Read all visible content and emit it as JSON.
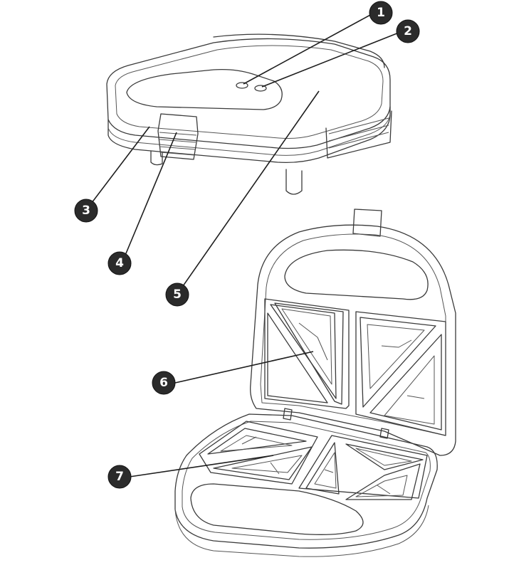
{
  "callouts": [
    {
      "id": "1",
      "label": "1"
    },
    {
      "id": "2",
      "label": "2"
    },
    {
      "id": "3",
      "label": "3"
    },
    {
      "id": "4",
      "label": "4"
    },
    {
      "id": "5",
      "label": "5"
    },
    {
      "id": "6",
      "label": "6"
    },
    {
      "id": "7",
      "label": "7"
    }
  ],
  "colors": {
    "outline": "#3a3a3a",
    "badge_fill": "#2b2b2b",
    "badge_text": "#ffffff",
    "background": "#ffffff"
  }
}
